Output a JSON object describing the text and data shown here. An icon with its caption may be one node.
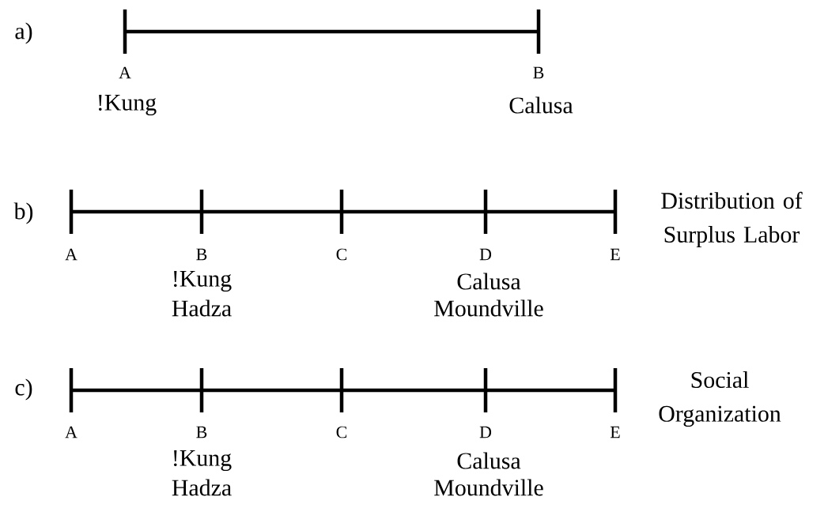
{
  "diagram": {
    "labels": [
      "a)",
      "A",
      "B",
      "!Kung",
      "Calusa",
      "b)",
      "Distribution of Surplus Labor",
      "A",
      "B",
      "C",
      "D",
      "E",
      "!Kung",
      "Calusa",
      "Hadza",
      "Moundville",
      "c)",
      "Social Organization",
      "A",
      "B",
      "C",
      "D",
      "E",
      "!Kung",
      "Calusa",
      "Hadza",
      "Moundville"
    ]
  }
}
